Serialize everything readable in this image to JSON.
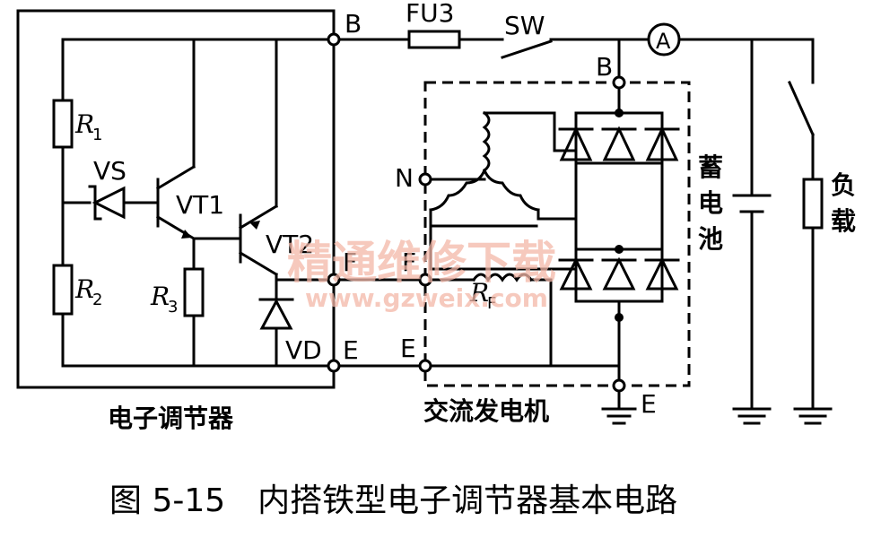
{
  "labels": {
    "B_regulator": "B",
    "fuse": "FU3",
    "switch": "SW",
    "ammeter": "A",
    "B_alternator": "B",
    "N": "N",
    "F_regulator": "F",
    "F_alternator": "F",
    "E_regulator": "E",
    "E_alternator": "E",
    "E_ground": "E",
    "R1": "R",
    "R1_sub": "1",
    "R2": "R",
    "R2_sub": "2",
    "R3": "R",
    "R3_sub": "3",
    "RF": "R",
    "RF_sub": "F",
    "VS": "VS",
    "VT1": "VT1",
    "VT2": "VT2",
    "VD": "VD",
    "battery": [
      "蓄",
      "电",
      "池"
    ],
    "load": [
      "负",
      "载"
    ],
    "regulator_box": "电子调节器",
    "alternator_box": "交流发电机"
  },
  "caption": "图 5-15　内搭铁型电子调节器基本电路",
  "watermark": {
    "cn": "精通维修下载",
    "url": "www.gzweix.com"
  }
}
